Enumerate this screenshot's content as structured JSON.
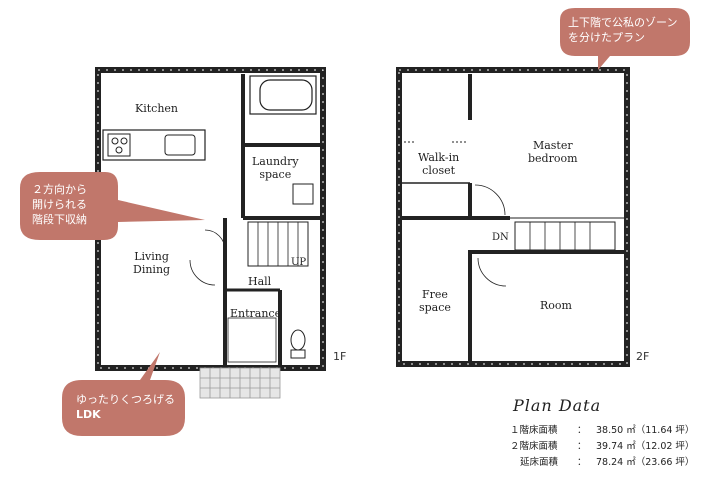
{
  "bubbles": {
    "top_right": [
      "上下階で公私のゾーン",
      "を分けたプラン"
    ],
    "left_mid": [
      "２方向から",
      "開けられる",
      "階段下収納"
    ],
    "left_bottom": [
      "ゆったりくつろげる",
      "LDK"
    ]
  },
  "first_floor": {
    "tag": "1F",
    "rooms": {
      "kitchen": "Kitchen",
      "laundry": [
        "Laundry",
        "space"
      ],
      "living": [
        "Living",
        "Dining"
      ],
      "hall": "Hall",
      "entrance": "Entrance",
      "up": "UP"
    }
  },
  "second_floor": {
    "tag": "2F",
    "rooms": {
      "walkin": [
        "Walk-in",
        "closet"
      ],
      "master": [
        "Master",
        "bedroom"
      ],
      "dn": "DN",
      "free": [
        "Free",
        "space"
      ],
      "room": "Room"
    }
  },
  "plan_data": {
    "title": "Plan Data",
    "rows": [
      {
        "label": "１階床面積",
        "sep": "：",
        "value": "38.50 ㎡（11.64 坪）"
      },
      {
        "label": "２階床面積",
        "sep": "：",
        "value": "39.74 ㎡（12.02 坪）"
      },
      {
        "label": "延床面積",
        "sep": "：",
        "value": "78.24 ㎡（23.66 坪）"
      }
    ]
  },
  "colors": {
    "bubble": "#c1776b",
    "wall": "#222222",
    "tile": "#bdbdbd"
  }
}
